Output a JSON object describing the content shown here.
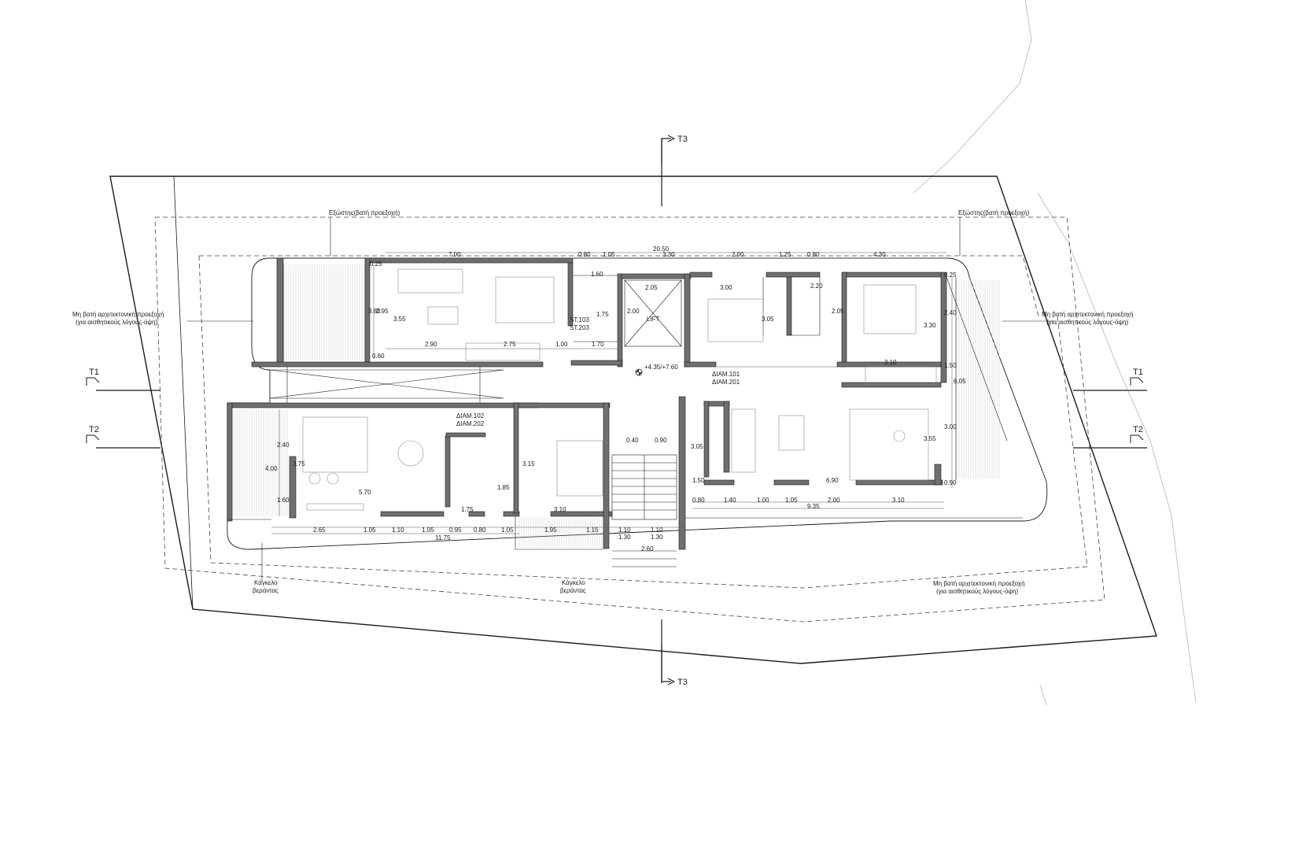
{
  "section_markers": [
    {
      "id": "t3-top",
      "label": "T3"
    },
    {
      "id": "t3-bottom",
      "label": "T3"
    },
    {
      "id": "t1-left",
      "label": "T1"
    },
    {
      "id": "t1-right",
      "label": "T1"
    },
    {
      "id": "t2-left",
      "label": "T2"
    },
    {
      "id": "t2-right",
      "label": "T2"
    }
  ],
  "annotations": {
    "balcony_top_left": "Εξώστης(βατή προεξοχή)",
    "balcony_top_right": "Εξώστης(βατή προεξοχή)",
    "nonwalk_left_1": "Μη βατή αρχιτεκτονική προεξοχή",
    "nonwalk_left_2": "(για αισθητικούς λόγους-όψη)",
    "nonwalk_right_1": "Μη βατή αρχιτεκτονική προεξοχή",
    "nonwalk_right_2": "(για αισθητικούς λόγους-όψη)",
    "nonwalk_bottom_1": "Μη βατή αρχιτεκτονική προεξοχή",
    "nonwalk_bottom_2": "(για αισθητικούς λόγους-όψη)",
    "railing_left_1": "Κάγκελο",
    "railing_left_2": "βεράντας",
    "railing_mid_1": "Κάγκελο",
    "railing_mid_2": "βεράντας"
  },
  "units": {
    "st_1": "ST.103",
    "st_2": "ST.203",
    "diam101_1": "ΔΙΑΜ.101",
    "diam101_2": "ΔΙΑΜ.201",
    "diam102_1": "ΔΙΑΜ.102",
    "diam102_2": "ΔΙΑΜ.202",
    "lift": "LIFT",
    "level": "+4.35/+7.60"
  },
  "dimensions": {
    "top": [
      "7.00",
      "0.80",
      "1.05",
      "20.50",
      "3.30",
      "2.00",
      "1.25",
      "0.80",
      "4.30"
    ],
    "upper_left": [
      "0.25",
      "3.80",
      "2.95",
      "3.55",
      "0.60",
      "2.90",
      "2.75",
      "1.00",
      "1.70",
      "1.60",
      "1.75"
    ],
    "core": [
      "2.05",
      "2.00"
    ],
    "upper_right": [
      "3.00",
      "3.05",
      "2.20",
      "2.05",
      "0.25",
      "2.40",
      "3.30",
      "3.10",
      "1.50",
      "6.05"
    ],
    "lower_right": [
      "3.05",
      "3.55",
      "3.00",
      "0.90",
      "1.50",
      "6.90",
      "0.80",
      "1.40",
      "1.00",
      "1.05",
      "2.00",
      "3.10",
      "9.35"
    ],
    "lower_left": [
      "2.40",
      "4.00",
      "3.75",
      "1.60",
      "5.70",
      "1.85",
      "3.15",
      "1.75",
      "3.10"
    ],
    "stair": [
      "0.40",
      "0.90",
      "1.10",
      "1.30",
      "1.10",
      "1.30",
      "2.60"
    ],
    "bottom": [
      "2.65",
      "1.05",
      "1.10",
      "1.05",
      "0.95",
      "0.80",
      "1.05",
      "1.95",
      "1.15",
      "11.75"
    ]
  },
  "colors": {
    "wall": "#6f6f6f",
    "line": "#1a1a1a",
    "thin": "#9a9a9a"
  }
}
